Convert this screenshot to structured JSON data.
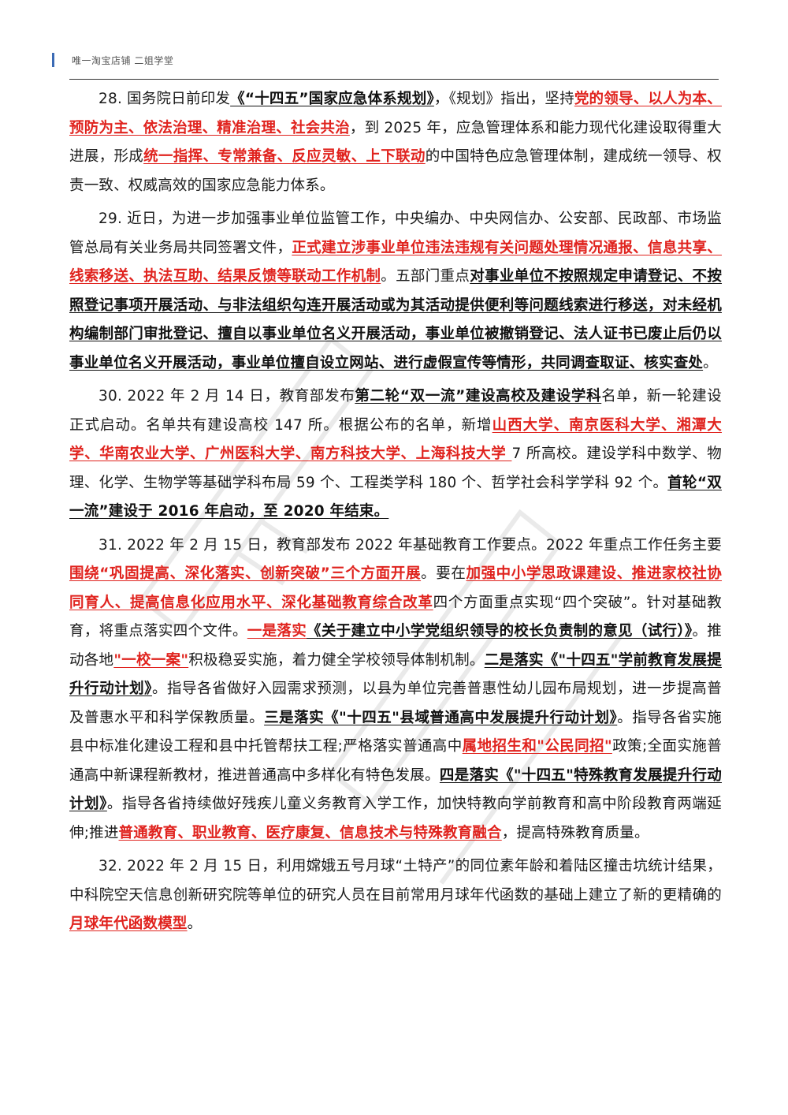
{
  "header": {
    "text": "唯一淘宝店铺   二姐学堂"
  },
  "paragraphs": [
    {
      "segments": [
        {
          "t": "28. 国务院日前印发",
          "s": ""
        },
        {
          "t": "《“十四五”国家应急体系规划》",
          "s": "b"
        },
        {
          "t": "，《规划》指出，坚持",
          "s": ""
        },
        {
          "t": "党的领导、以人为本、预防为主、依法治理、精准治理、社会共治",
          "s": "r"
        },
        {
          "t": "，到 2025 年，应急管理体系和能力现代化建设取得重大进展，形成",
          "s": ""
        },
        {
          "t": "统一指挥、专常兼备、反应灵敏、上下联动",
          "s": "r"
        },
        {
          "t": "的中国特色应急管理体制，建成统一领导、权责一致、权威高效的国家应急能力体系。",
          "s": ""
        }
      ]
    },
    {
      "segments": [
        {
          "t": "29. 近日，为进一步加强事业单位监管工作，中央编办、中央网信办、公安部、民政部、市场监管总局有关业务局共同签署文件，",
          "s": ""
        },
        {
          "t": "正式建立涉事业单位违法违规有关问题处理情况通报、信息共享、线索移送、执法互助、结果反馈等联动工作机制",
          "s": "r"
        },
        {
          "t": "。五部门重点",
          "s": ""
        },
        {
          "t": "对事业单位不按照规定申请登记、不按照登记事项开展活动、与非法组织勾连开展活动或为其活动提供便利等问题线索进行移送，对未经机构编制部门审批登记、擅自以事业单位名义开展活动，事业单位被撤销登记、法人证书已废止后仍以事业单位名义开展活动，事业单位擅自设立网站、进行虚假宣传等情形，共同调查取证、核实查处",
          "s": "b"
        },
        {
          "t": "。",
          "s": ""
        }
      ]
    },
    {
      "segments": [
        {
          "t": "30. 2022 年 2 月 14 日，教育部发布",
          "s": ""
        },
        {
          "t": "第二轮“双一流”建设高校及建设学科",
          "s": "b"
        },
        {
          "t": "名单，新一轮建设正式启动。名单共有建设高校 147 所。根据公布的名单，新增",
          "s": ""
        },
        {
          "t": "山西大学、南京医科大学、湘潭大学、华南农业大学、广州医科大学、南方科技大学、上海科技大学 ",
          "s": "r"
        },
        {
          "t": "7 所高校。建设学科中数学、物理、化学、生物学等基础学科布局 59 个、工程类学科 180 个、哲学社会科学学科 92 个。",
          "s": ""
        },
        {
          "t": "首轮“双一流”建设于 2016 年启动，至 2020 年结束。",
          "s": "b"
        }
      ]
    },
    {
      "segments": [
        {
          "t": "31. 2022 年 2 月 15 日，教育部发布 2022 年基础教育工作要点。2022 年重点工作任务主要",
          "s": ""
        },
        {
          "t": "围绕“巩固提高、深化落实、创新突破”三个方面开展",
          "s": "r"
        },
        {
          "t": "。要在",
          "s": ""
        },
        {
          "t": "加强中小学思政课建设、推进家校社协同育人、提高信息化应用水平、深化基础教育综合改革",
          "s": "r"
        },
        {
          "t": "四个方面重点实现“四个突破”。针对基础教育，将重点落实四个文件。",
          "s": ""
        },
        {
          "t": "一是落实",
          "s": "r"
        },
        {
          "t": "《关于建立中小学党组织领导的校长负责制的意见（试行）》",
          "s": "b"
        },
        {
          "t": "。推动各地",
          "s": ""
        },
        {
          "t": "\"一校一案\"",
          "s": "r"
        },
        {
          "t": "积极稳妥实施，着力健全学校领导体制机制。",
          "s": ""
        },
        {
          "t": "二是落实《\"十四五\"学前教育发展提升行动计划》",
          "s": "b"
        },
        {
          "t": "。指导各省做好入园需求预测，以县为单位完善普惠性幼儿园布局规划，进一步提高普及普惠水平和科学保教质量。",
          "s": ""
        },
        {
          "t": "三是落实《\"十四五\"县域普通高中发展提升行动计划》",
          "s": "b"
        },
        {
          "t": "。指导各省实施县中标准化建设工程和县中托管帮扶工程;严格落实普通高中",
          "s": ""
        },
        {
          "t": "属地招生和\"公民同招\"",
          "s": "r"
        },
        {
          "t": "政策;全面实施普通高中新课程新教材，推进普通高中多样化有特色发展。",
          "s": ""
        },
        {
          "t": "四是落实《\"十四五\"特殊教育发展提升行动计划》",
          "s": "b"
        },
        {
          "t": "。指导各省持续做好残疾儿童义务教育入学工作，加快特教向学前教育和高中阶段教育两端延伸;推进",
          "s": ""
        },
        {
          "t": "普通教育、职业教育、医疗康复、信息技术与特殊教育融合",
          "s": "r"
        },
        {
          "t": "，提高特殊教育质量。",
          "s": ""
        }
      ]
    },
    {
      "segments": [
        {
          "t": "32. 2022 年 2 月 15 日，利用嫦娥五号月球“土特产”的同位素年龄和着陆区撞击坑统计结果，中科院空天信息创新研究院等单位的研究人员在目前常用月球年代函数的基础上建立了新的更精确的",
          "s": ""
        },
        {
          "t": "月球年代函数模型",
          "s": "r"
        },
        {
          "t": "。",
          "s": ""
        }
      ]
    }
  ],
  "colors": {
    "accent_red": "#e0231e",
    "header_bar": "#3b6bb5"
  }
}
